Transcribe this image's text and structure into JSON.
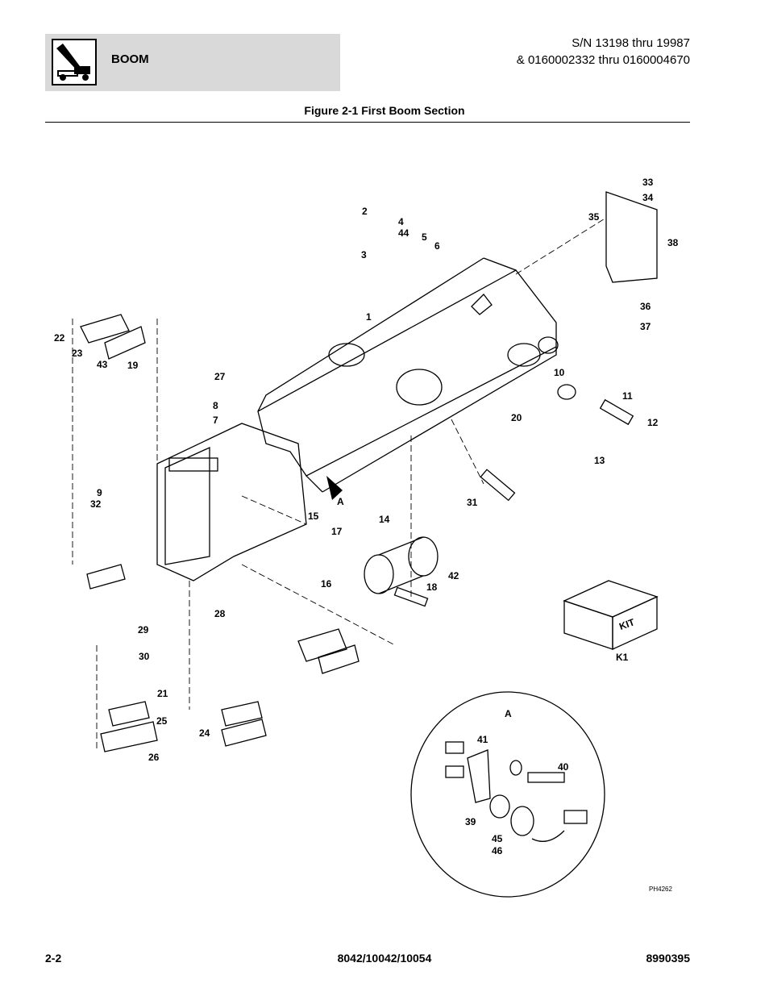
{
  "header": {
    "section": "BOOM",
    "serial_line1": "S/N 13198 thru 19987",
    "serial_line2": "& 0160002332 thru 0160004670"
  },
  "figure": {
    "title": "Figure 2-1 First Boom Section",
    "image_id": "PH4262",
    "kit_text": "KIT",
    "detail_letter": "A",
    "callouts": [
      "1",
      "2",
      "3",
      "4",
      "44",
      "5",
      "6",
      "7",
      "8",
      "9",
      "32",
      "10",
      "11",
      "12",
      "13",
      "14",
      "15",
      "16",
      "17",
      "18",
      "19",
      "20",
      "21",
      "22",
      "23",
      "24",
      "25",
      "26",
      "27",
      "28",
      "29",
      "30",
      "31",
      "33",
      "34",
      "35",
      "36",
      "37",
      "38",
      "39",
      "40",
      "41",
      "42",
      "43",
      "45",
      "46",
      "K1"
    ]
  },
  "footer": {
    "page": "2-2",
    "models": "8042/10042/10054",
    "doc_number": "8990395"
  }
}
